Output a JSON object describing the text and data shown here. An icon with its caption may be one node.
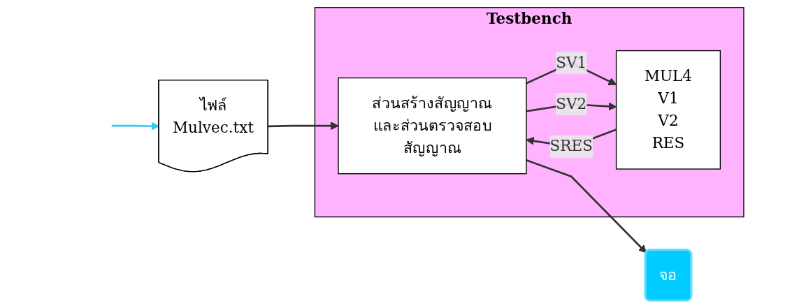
{
  "diagram": {
    "nodes": [
      {
        "text": [
          "Testbench"
        ]
      },
      {
        "text": [
          "ส่วนสร้างสัญญาณและส่วนตรวจสอบสัญญาณ"
        ],
        "in": 0
      },
      {
        "text": [
          "MUL4",
          "V1",
          "V2",
          "RES"
        ],
        "in": 0
      },
      {
        "text": [
          "ไฟล์",
          "Mulvec.txt"
        ]
      },
      {
        "text": [
          "จอ"
        ]
      }
    ],
    "edges": [
      {
        "from": null,
        "to": 3,
        "arrow": "to",
        "color": "#33ccee"
      },
      {
        "from": 3,
        "to": 1,
        "arrow": "to"
      },
      {
        "from": 1,
        "to": 2,
        "arrow": "to",
        "label": "SV1"
      },
      {
        "from": 1,
        "to": 2,
        "arrow": "to",
        "label": "SV2"
      },
      {
        "from": 2,
        "to": 1,
        "arrow": "to",
        "label": "SRES"
      },
      {
        "from": 1,
        "to": 4,
        "arrow": "to"
      }
    ]
  }
}
